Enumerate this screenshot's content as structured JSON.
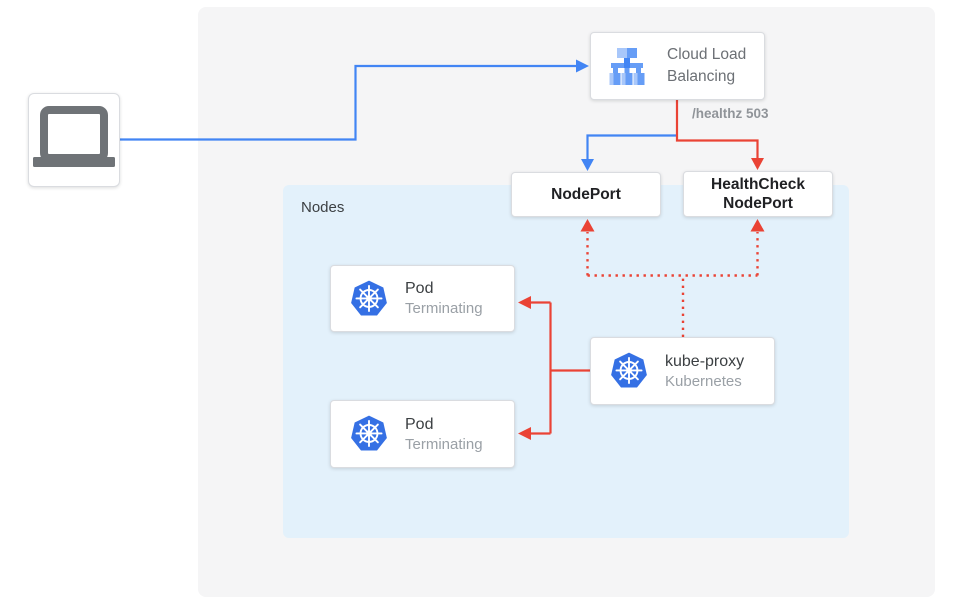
{
  "colors": {
    "blue_line": "#4285F4",
    "red_line": "#EA4335",
    "nodes_background": "#E3F1FB",
    "panel_background": "#F5F5F6",
    "kubernetes_blue": "#3570E4",
    "lb_icon_light": "#A8C7FA",
    "lb_icon_medium": "#669DF6",
    "lb_icon_dark": "#4285F4"
  },
  "icons": {
    "client": "laptop-icon",
    "load_balancer": "cloud-load-balancing-icon",
    "pod": "kubernetes-icon",
    "kube_proxy": "kubernetes-icon"
  },
  "nodes_group": {
    "label": "Nodes"
  },
  "cloud_load_balancing": {
    "label": "Cloud Load Balancing"
  },
  "connections": {
    "health_check_label": "/healthz 503"
  },
  "nodeport": {
    "label": "NodePort"
  },
  "healthcheck_nodeport": {
    "label": "HealthCheck NodePort"
  },
  "pods": [
    {
      "title": "Pod",
      "status": "Terminating"
    },
    {
      "title": "Pod",
      "status": "Terminating"
    }
  ],
  "kube_proxy": {
    "title": "kube-proxy",
    "subtitle": "Kubernetes"
  }
}
